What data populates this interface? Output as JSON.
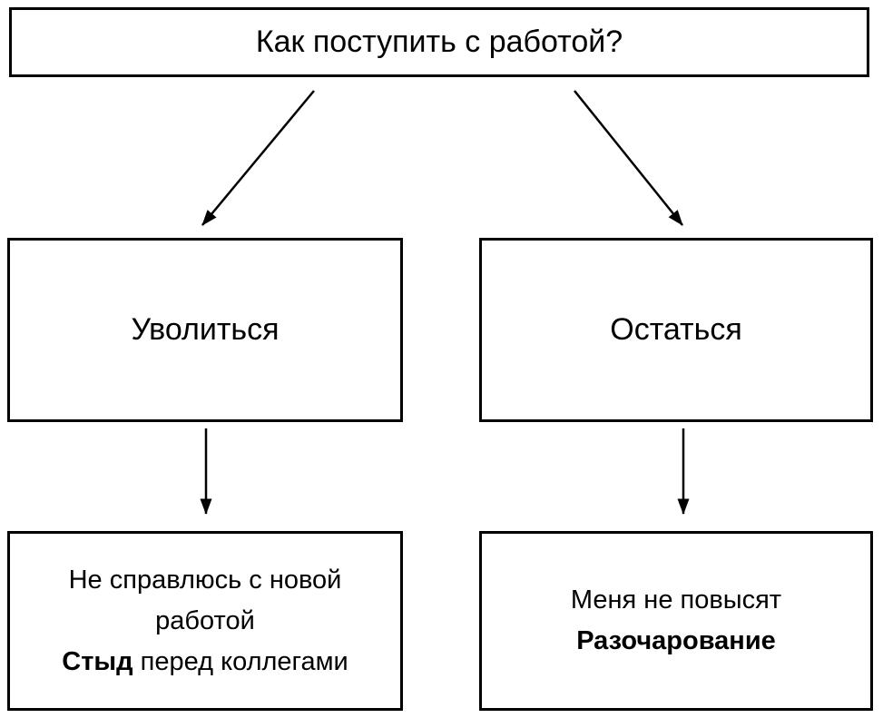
{
  "page": {
    "background_color": "#ffffff",
    "line_color": "#000000",
    "text_color": "#000000"
  },
  "diagram": {
    "question": "Как поступить с работой?",
    "options": [
      {
        "id": "quit",
        "label": "Уволиться"
      },
      {
        "id": "stay",
        "label": "Остаться"
      }
    ],
    "outcomes": [
      {
        "for": "quit",
        "line1": "Не справлюсь с новой работой",
        "emphasis": "Стыд",
        "emphasis_rest": " перед коллегами"
      },
      {
        "for": "stay",
        "line1": "Меня не повысят",
        "emphasis": "Разочарование",
        "emphasis_rest": ""
      }
    ]
  }
}
